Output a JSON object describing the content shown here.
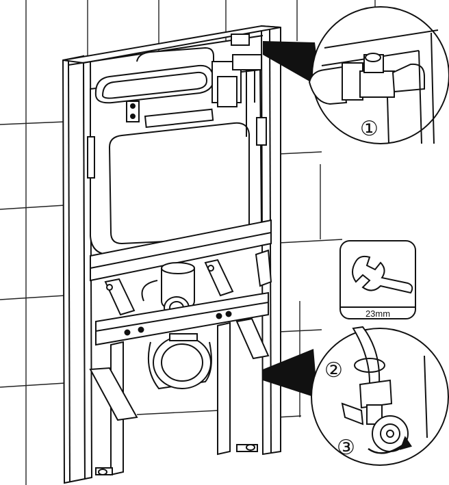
{
  "callouts": {
    "step1": "①",
    "step2": "②",
    "step3": "③"
  },
  "wrench_tool": {
    "icon": "wrench-icon",
    "size_label": "23mm"
  },
  "colors": {
    "line": "#111111",
    "background": "#ffffff"
  }
}
